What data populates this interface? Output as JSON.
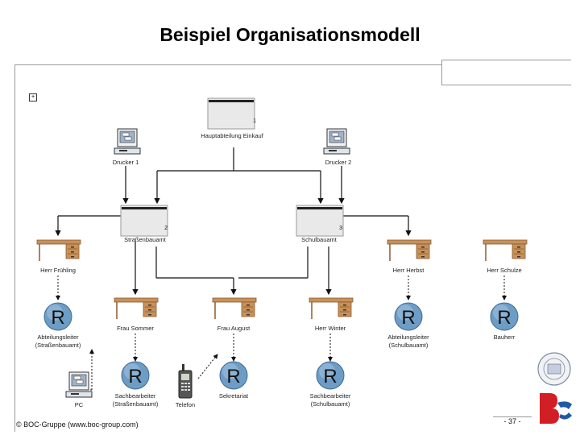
{
  "title": "Beispiel Organisationsmodell",
  "footer": {
    "copyright": "© BOC-Gruppe (www.boc-group.com)",
    "page": "- 37 -"
  },
  "units": {
    "hauptabteilung": {
      "label": "Hauptabteilung Einkauf",
      "number": "1"
    },
    "stuetzpunkt": {
      "label": "Straßenbauamt",
      "number": "2"
    },
    "schulbauamt": {
      "label": "Schulbauamt",
      "number": "3"
    }
  },
  "resources": {
    "drucker1": "Drucker 1",
    "drucker2": "Drucker 2",
    "pc": "PC",
    "telefon": "Telefon"
  },
  "persons": {
    "herr_fruehling": "Herr Frühling",
    "frau_sommer": "Frau Sommer",
    "frau_august": "Frau August",
    "herr_winter": "Herr Winter",
    "herr_herbst": "Herr Herbst",
    "herr_schulze": "Herr Schulze"
  },
  "roles": {
    "letter": "R",
    "abteilungsleiter_strassenbau": [
      "Abteilungsleiter",
      "(Straßenbauamt)"
    ],
    "abteilungsleiter_schulbau": [
      "Abteilungsleiter",
      "(Schulbauamt)"
    ],
    "bauherr": [
      "Bauherr"
    ],
    "sachbearbeiter_strassenbau": [
      "Sachbearbeiter",
      "(Straßenbauamt)"
    ],
    "sekretariat": [
      "Sekretariat"
    ],
    "sachbearbeiter_schulbau": [
      "Sachbearbeiter",
      "(Schulbauamt)"
    ]
  },
  "colors": {
    "desk": "#c8915a",
    "desk_dark": "#8a5a2e",
    "role_circle": "#6d9cc5",
    "unit_fill": "#e9e9e9",
    "unit_bar": "#222222",
    "monitor": "#5a6f8a"
  }
}
